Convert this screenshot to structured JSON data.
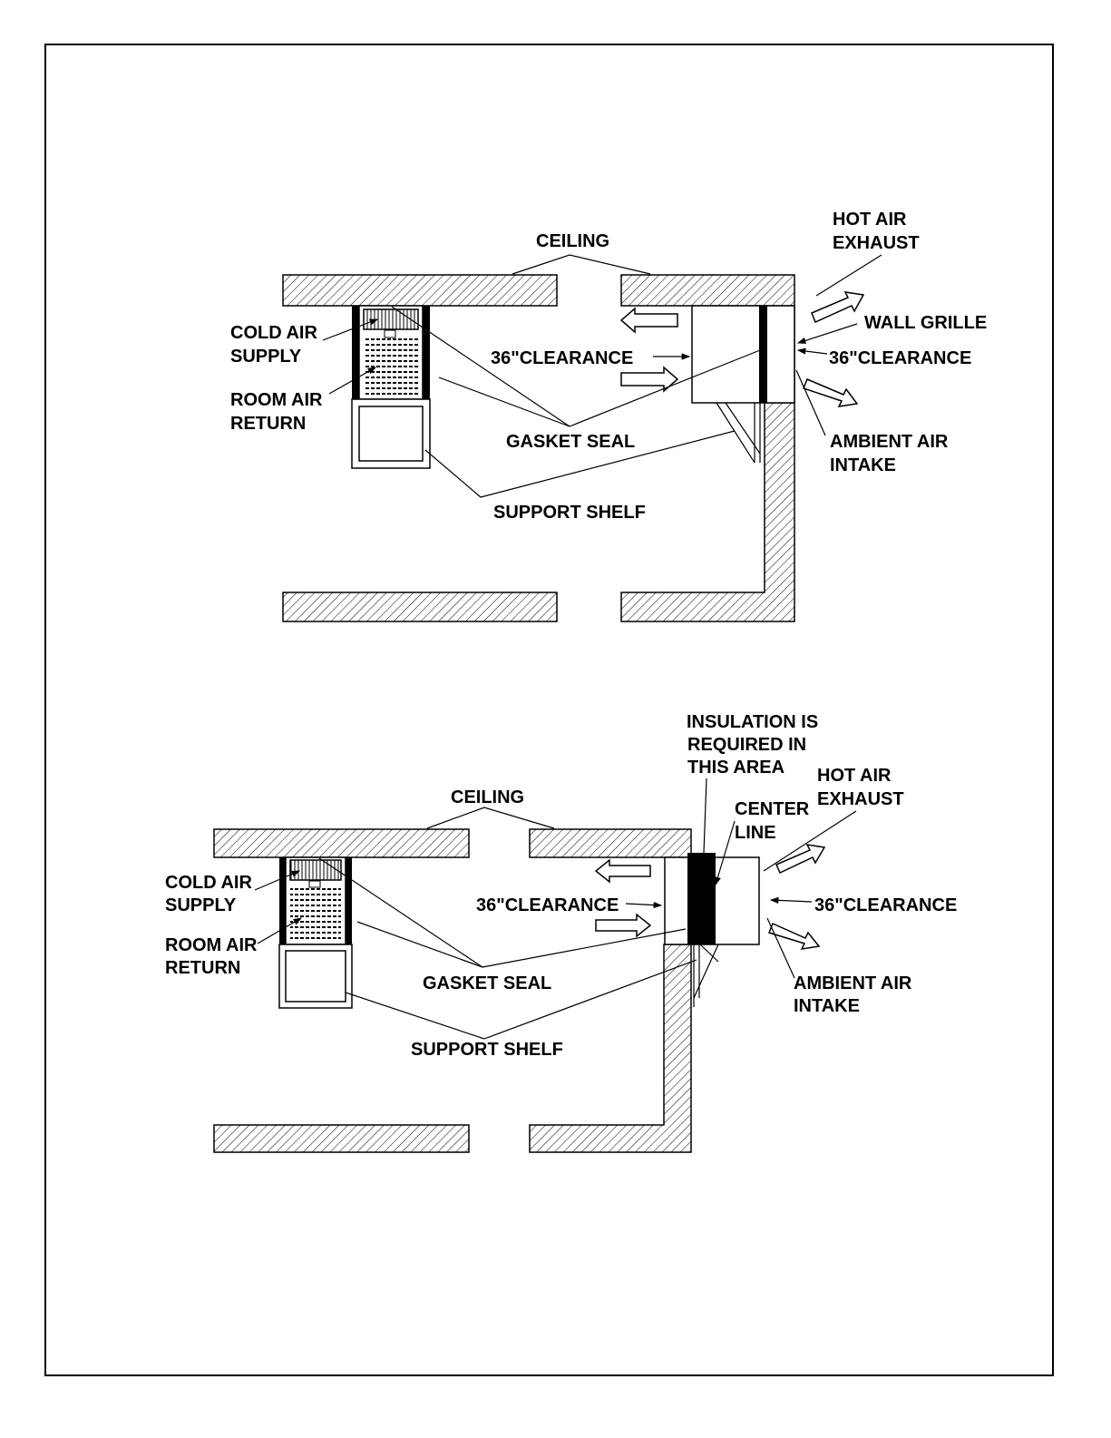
{
  "diagram_top": {
    "ceiling": "CEILING",
    "hot_air_exhaust": [
      "HOT AIR",
      "EXHAUST"
    ],
    "wall_grille": "WALL GRILLE",
    "cold_air_supply": [
      "COLD AIR",
      "SUPPLY"
    ],
    "room_air_return": [
      "ROOM AIR",
      "RETURN"
    ],
    "clearance_left": "36\"CLEARANCE",
    "clearance_right": "36\"CLEARANCE",
    "gasket_seal": "GASKET SEAL",
    "ambient_air_intake": [
      "AMBIENT AIR",
      "INTAKE"
    ],
    "support_shelf": "SUPPORT SHELF"
  },
  "diagram_bottom": {
    "insulation_note": [
      "INSULATION IS",
      "REQUIRED IN",
      "THIS AREA"
    ],
    "hot_air_exhaust": [
      "HOT AIR",
      "EXHAUST"
    ],
    "center_line": [
      "CENTER",
      "LINE"
    ],
    "ceiling": "CEILING",
    "cold_air_supply": [
      "COLD AIR",
      "SUPPLY"
    ],
    "room_air_return": [
      "ROOM AIR",
      "RETURN"
    ],
    "clearance_left": "36\"CLEARANCE",
    "clearance_right": "36\"CLEARANCE",
    "gasket_seal": "GASKET SEAL",
    "ambient_air_intake": [
      "AMBIENT AIR",
      "INTAKE"
    ],
    "support_shelf": "SUPPORT SHELF"
  }
}
